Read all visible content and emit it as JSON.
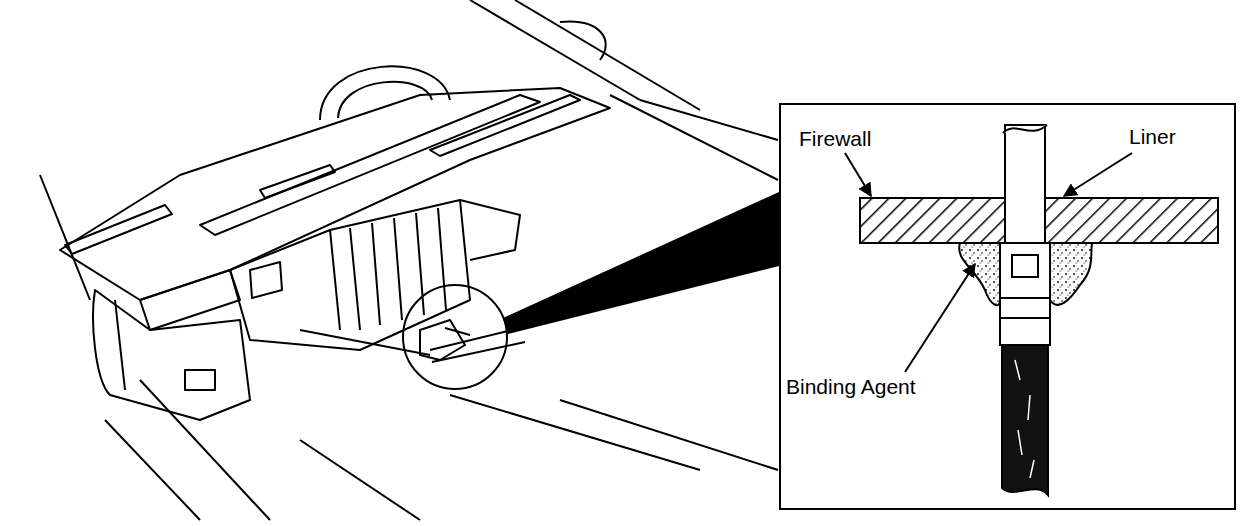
{
  "diagram": {
    "nodes": [
      {
        "text": [
          "Firewall",
          "Liner",
          "Binding Agent"
        ]
      }
    ]
  }
}
